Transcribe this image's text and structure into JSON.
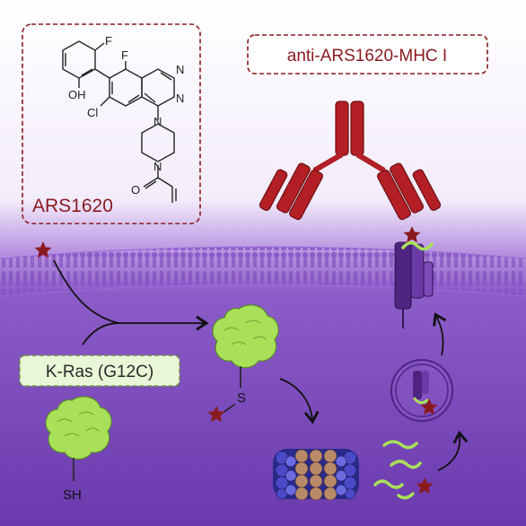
{
  "drug_label": "ARS1620",
  "antibody_label": "anti-ARS1620-MHC I",
  "protein_label": "K-Ras (G12C)",
  "thiol_label": "SH",
  "thioether_label": "S",
  "chem_atoms": {
    "f1": "F",
    "f2": "F",
    "oh": "OH",
    "cl": "Cl",
    "n1": "N",
    "n2": "N",
    "n3": "N",
    "n4": "N",
    "o": "O"
  },
  "colors": {
    "dark_red": "#8a1a1f",
    "antibody_red": "#b31f24",
    "membrane_purple": "#6a2fa8",
    "cytoplasm_purple": "#7d4fc0",
    "protein_green": "#a9e05a",
    "label_green_bg": "#eaf6d8",
    "mhc_purple": "#5a2a8a"
  }
}
